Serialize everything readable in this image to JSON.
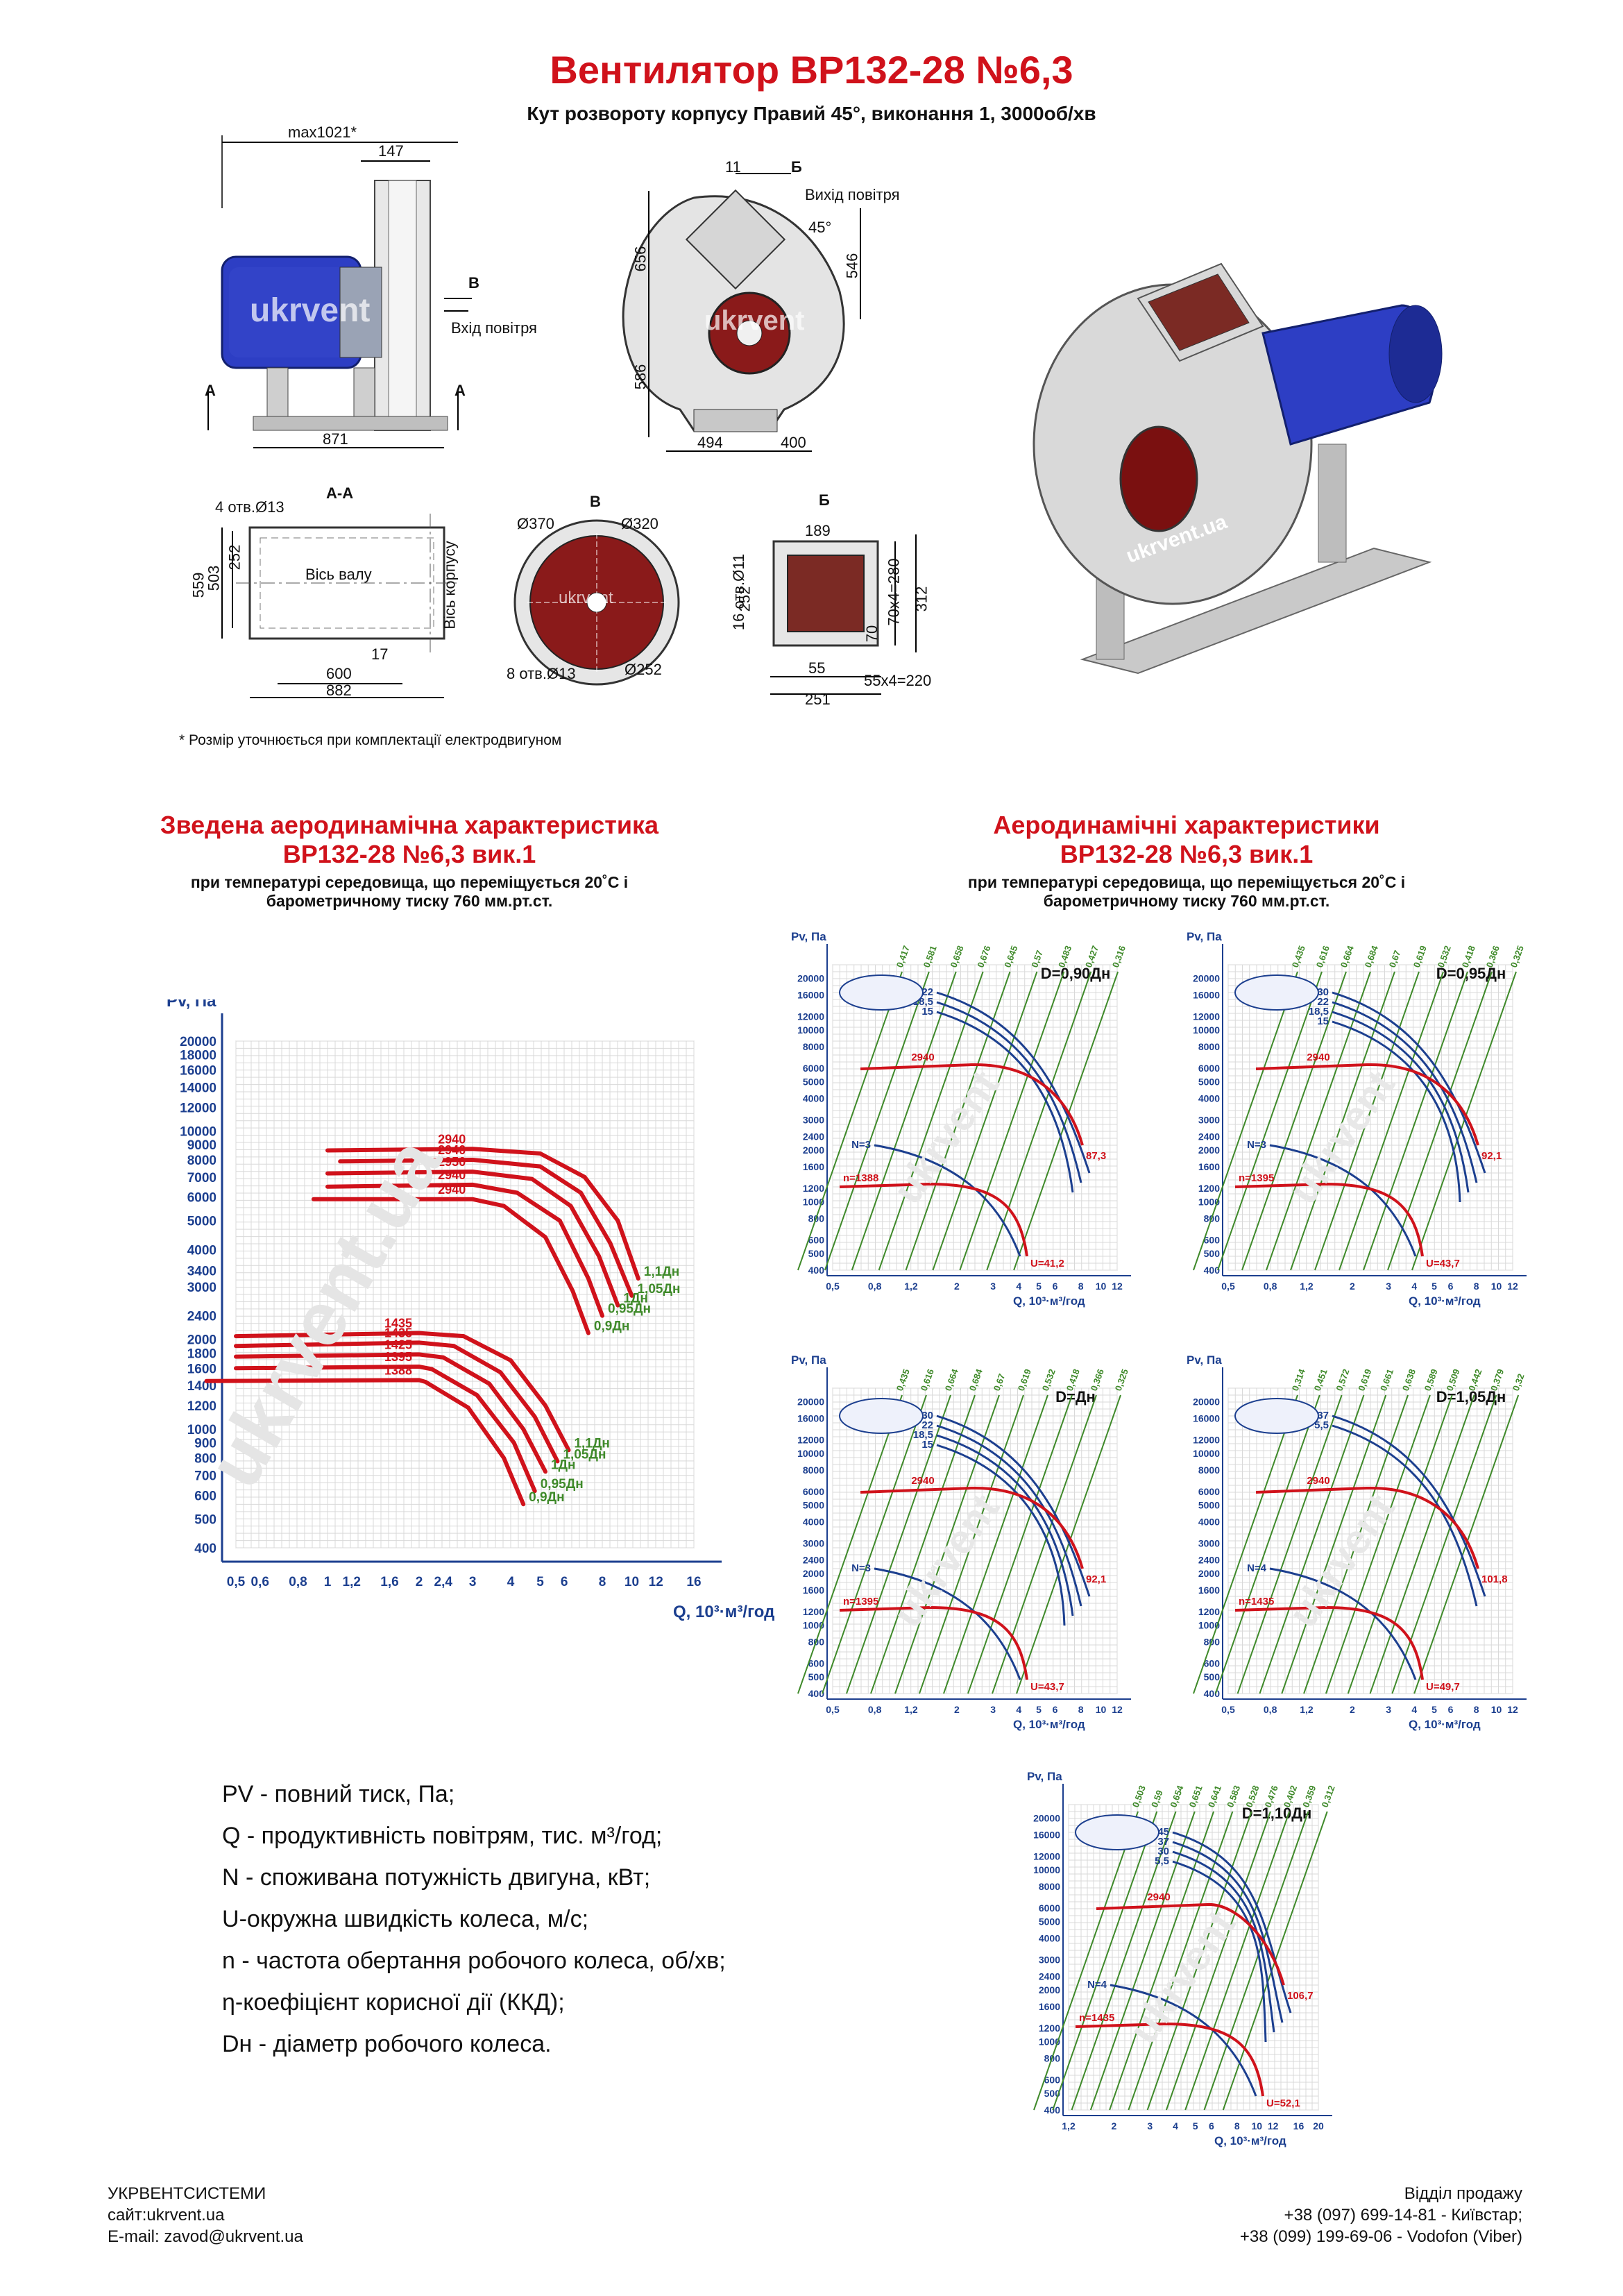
{
  "header": {
    "title": "Вентилятор ВР132-28 №6,3",
    "subtitle": "Кут розвороту корпусу Правий 45°, виконання 1, 3000об/хв"
  },
  "drawings": {
    "side": {
      "max_width": "max1021*",
      "dim_147": "147",
      "dim_871": "871",
      "section_b": "В",
      "air_in": "Вхід повітря",
      "section_a": "А"
    },
    "front": {
      "dim_11": "11",
      "section_b": "Б",
      "air_out": "Вихід повітря",
      "angle": "45°",
      "dim_656": "656",
      "dim_546": "546",
      "dim_586": "586",
      "dim_494": "494",
      "dim_400": "400"
    },
    "section_aa": {
      "title": "А-А",
      "holes": "4 отв.Ø13",
      "dim_559": "559",
      "dim_503": "503",
      "dim_252": "252",
      "shaft_axis": "Вісь валу",
      "housing_axis": "Вісь корпусу",
      "dim_17": "17",
      "dim_600": "600",
      "dim_882": "882"
    },
    "view_v": {
      "title": "В",
      "d370": "Ø370",
      "d320": "Ø320",
      "holes": "8 отв.Ø13",
      "d252": "Ø252"
    },
    "view_b": {
      "title": "Б",
      "dim_189": "189",
      "holes": "16 отв.Ø11",
      "dim_252": "252",
      "dim_70x4": "70x4=280",
      "dim_312": "312",
      "dim_70": "70",
      "dim_55": "55",
      "dim_55x4": "55x4=220",
      "dim_251": "251"
    },
    "watermark": "ukrvent",
    "watermark_3d": "ukrvent.ua",
    "footnote": "* Розмір уточнюється при комплектації електродвигуном"
  },
  "left_section": {
    "title1": "Зведена аеродинамічна характеристика",
    "title2": "ВР132-28 №6,3 вик.1",
    "cond1": "при температурі середовища, що переміщується 20˚С і",
    "cond2": "барометричному тиску 760 мм.рт.ст."
  },
  "right_section": {
    "title1": "Аеродинамічні характеристики",
    "title2": "ВР132-28 №6,3 вик.1",
    "cond1": "при температурі середовища, що переміщується 20˚С і",
    "cond2": "барометричному тиску 760 мм.рт.ст."
  },
  "chart_data": [
    {
      "type": "line",
      "id": "summary",
      "ylabel": "Pv, Па",
      "xlabel": "Q, 10³·м³/год",
      "y_scale": "log",
      "x_scale": "log",
      "y_ticks": [
        "400",
        "500",
        "600",
        "700",
        "800",
        "900",
        "1000",
        "1200",
        "1400",
        "1600",
        "1800",
        "2000",
        "2400",
        "3000",
        "3400",
        "4000",
        "5000",
        "6000",
        "7000",
        "8000",
        "9000",
        "10000",
        "12000",
        "14000",
        "16000",
        "18000",
        "20000"
      ],
      "x_ticks": [
        "0,5",
        "0,6",
        "0,8",
        "1",
        "1,2",
        "1,6",
        "2",
        "2,4",
        "3",
        "4",
        "5",
        "6",
        "8",
        "10",
        "12",
        "16"
      ],
      "series": [
        {
          "name": "1,1Дн",
          "rpm": "2940",
          "points": [
            [
              1.0,
              8600
            ],
            [
              3,
              8700
            ],
            [
              5,
              8400
            ],
            [
              7,
              7000
            ],
            [
              9,
              5000
            ],
            [
              10.5,
              3200
            ]
          ]
        },
        {
          "name": "1,05Дн",
          "rpm": "2940",
          "points": [
            [
              1.1,
              7900
            ],
            [
              3,
              8000
            ],
            [
              5,
              7600
            ],
            [
              6.8,
              6200
            ],
            [
              8.5,
              4200
            ],
            [
              10,
              2800
            ]
          ]
        },
        {
          "name": "1Дн",
          "rpm": "2950",
          "points": [
            [
              1.0,
              7200
            ],
            [
              3,
              7300
            ],
            [
              4.7,
              6900
            ],
            [
              6.3,
              5600
            ],
            [
              7.8,
              3800
            ],
            [
              9,
              2600
            ]
          ]
        },
        {
          "name": "0,95Дн",
          "rpm": "2940",
          "points": [
            [
              1.0,
              6500
            ],
            [
              3,
              6600
            ],
            [
              4.2,
              6200
            ],
            [
              5.8,
              5000
            ],
            [
              7.2,
              3200
            ],
            [
              8,
              2400
            ]
          ]
        },
        {
          "name": "0,9Дн",
          "rpm": "2940",
          "points": [
            [
              0.9,
              5900
            ],
            [
              3,
              5900
            ],
            [
              3.8,
              5600
            ],
            [
              5.2,
              4400
            ],
            [
              6.4,
              2900
            ],
            [
              7.2,
              2100
            ]
          ]
        },
        {
          "name": "1,1Дн",
          "rpm": "1435",
          "points": [
            [
              0.5,
              2050
            ],
            [
              2,
              2100
            ],
            [
              2.8,
              2050
            ],
            [
              4,
              1700
            ],
            [
              5.2,
              1200
            ],
            [
              6.2,
              850
            ]
          ]
        },
        {
          "name": "1,05Дн",
          "rpm": "1435",
          "points": [
            [
              0.5,
              1900
            ],
            [
              2,
              1950
            ],
            [
              2.6,
              1900
            ],
            [
              3.7,
              1550
            ],
            [
              4.8,
              1100
            ],
            [
              5.7,
              780
            ]
          ]
        },
        {
          "name": "1Дн",
          "rpm": "1425",
          "points": [
            [
              0.5,
              1750
            ],
            [
              2,
              1780
            ],
            [
              2.4,
              1740
            ],
            [
              3.4,
              1420
            ],
            [
              4.4,
              1000
            ],
            [
              5.2,
              720
            ]
          ]
        },
        {
          "name": "0,95Дн",
          "rpm": "1395",
          "points": [
            [
              0.5,
              1600
            ],
            [
              2,
              1620
            ],
            [
              2.2,
              1590
            ],
            [
              3.1,
              1300
            ],
            [
              4.1,
              900
            ],
            [
              4.8,
              620
            ]
          ]
        },
        {
          "name": "0,9Дн",
          "rpm": "1388",
          "points": [
            [
              0.4,
              1450
            ],
            [
              2,
              1460
            ],
            [
              2.1,
              1440
            ],
            [
              2.9,
              1180
            ],
            [
              3.8,
              800
            ],
            [
              4.4,
              560
            ]
          ]
        }
      ]
    }
  ],
  "small_charts": [
    {
      "title": "D=0,90Дн",
      "rpm_hi": "2940",
      "rpm_lo": "n=1388",
      "u_hi": "87,3",
      "u_lo": "U=41,2",
      "n_label": "N=3",
      "n_values": [
        "22",
        "18,5",
        "15"
      ],
      "eff": [
        "0,417",
        "0,581",
        "0,658",
        "0,676",
        "0,645",
        "0,57",
        "0,483",
        "0,427",
        "0,316"
      ]
    },
    {
      "title": "D=0,95Дн",
      "rpm_hi": "2940",
      "rpm_lo": "n=1395",
      "u_hi": "92,1",
      "u_lo": "U=43,7",
      "n_label": "N=3",
      "n_values": [
        "30",
        "22",
        "18,5",
        "15"
      ],
      "eff": [
        "0,435",
        "0,616",
        "0,664",
        "0,684",
        "0,67",
        "0,619",
        "0,532",
        "0,418",
        "0,366",
        "0,325"
      ]
    },
    {
      "title": "D=Дн",
      "rpm_hi": "2940",
      "rpm_lo": "n=1395",
      "u_hi": "92,1",
      "u_lo": "U=43,7",
      "n_label": "N=3",
      "n_values": [
        "30",
        "22",
        "18,5",
        "15"
      ],
      "eff": [
        "0,435",
        "0,616",
        "0,664",
        "0,684",
        "0,67",
        "0,619",
        "0,532",
        "0,418",
        "0,366",
        "0,325"
      ]
    },
    {
      "title": "D=1,05Дн",
      "rpm_hi": "2940",
      "rpm_lo": "n=1435",
      "u_hi": "101,8",
      "u_lo": "U=49,7",
      "n_label": "N=4",
      "n_values": [
        "37",
        "5,5"
      ],
      "eff": [
        "0,314",
        "0,451",
        "0,572",
        "0,619",
        "0,661",
        "0,638",
        "0,589",
        "0,509",
        "0,442",
        "0,379",
        "0,32"
      ]
    },
    {
      "title": "D=1,10Дн",
      "rpm_hi": "2940",
      "rpm_lo": "n=1435",
      "u_hi": "106,7",
      "u_lo": "U=52,1",
      "n_label": "N=4",
      "n_values": [
        "45",
        "37",
        "30",
        "5,5"
      ],
      "eff": [
        "0,503",
        "0,59",
        "0,654",
        "0,651",
        "0,641",
        "0,583",
        "0,528",
        "0,476",
        "0,402",
        "0,359",
        "0,312"
      ]
    }
  ],
  "small_axis": {
    "ylabel": "Pv, Па",
    "xlabel": "Q, 10³·м³/год",
    "y_ticks": [
      "400",
      "500",
      "600",
      "800",
      "1000",
      "1200",
      "1600",
      "2000",
      "2400",
      "3000",
      "4000",
      "5000",
      "6000",
      "8000",
      "10000",
      "12000",
      "16000",
      "20000"
    ],
    "x_ticks": [
      "0,5",
      "0,8",
      "1,2",
      "2",
      "3",
      "4",
      "5",
      "6",
      "8",
      "10",
      "12"
    ],
    "x_ticks_last": [
      "1,2",
      "2",
      "3",
      "4",
      "5",
      "6",
      "8",
      "10",
      "12",
      "16",
      "20"
    ]
  },
  "legend": [
    {
      "key": "PV",
      "text": " - повний тиск, Па;"
    },
    {
      "key": "Q",
      "text": " - продуктивність повітрям, тис. м³/год;"
    },
    {
      "key": "N",
      "text": " - споживана потужність двигуна, кВт;"
    },
    {
      "key": "U",
      "text": "-окружна швидкість колеса, м/с;"
    },
    {
      "key": "n",
      "text": " - частота обертання робочого колеса, об/хв;"
    },
    {
      "key": "η",
      "text": "-коефіцієнт корисної дії (ККД);"
    },
    {
      "key": "Dн",
      "text": " - діаметр робочого колеса."
    }
  ],
  "footer": {
    "company": "УКРВЕНТСИСТЕМИ",
    "site": "сайт:ukrvent.ua",
    "email": "E-mail: zavod@ukrvent.ua",
    "sales": "Відділ продажу",
    "phone1": "+38 (097) 699-14-81 - Київстар;",
    "phone2": "+38 (099) 199-69-06 - Vodofon (Viber)"
  },
  "colors": {
    "red": "#d0121b",
    "blue": "#1c3f8f",
    "green": "#3f8a2a",
    "motor": "#2d3ec4"
  }
}
